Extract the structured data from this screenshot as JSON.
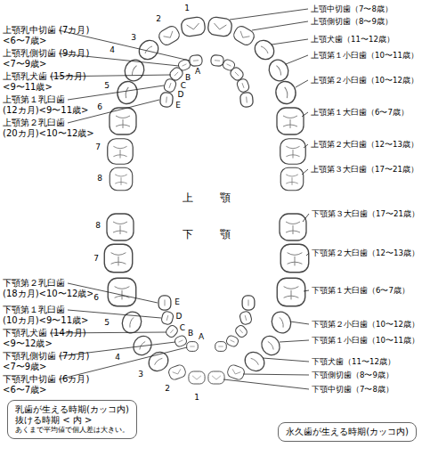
{
  "diagram": {
    "nodes": [
      {
        "text": [
          "乳歯が生える時期(カッコ内)",
          "抜ける時期 < 内 >",
          "あくまで平均値で個人差は大きい。"
        ]
      },
      {
        "text": [
          "永久歯が生える時期(カッコ内)"
        ]
      }
    ],
    "labels": [
      "上顎乳中切歯 (7カ月)<6〜7歳>",
      "上顎乳側切歯 (9カ月)<7〜9歳>",
      "上顎乳犬歯 (15カ月)<9〜11歳>",
      "上顎第１乳臼歯 (12カ月)<9〜11歳>",
      "上顎第２乳臼歯 (20カ月)<10〜12歳>",
      "上顎中切歯（7〜8歳）",
      "上顎側切歯（8〜9歳）",
      "上顎犬歯（11〜12歳）",
      "上顎第１小臼歯（10〜11歳）",
      "上顎第２小臼歯（10〜12歳）",
      "上顎第１大臼歯（6〜7歳）",
      "上顎第２大臼歯（12〜13歳）",
      "上顎第３大臼歯（17〜21歳）",
      "上顎",
      "下顎",
      "下顎第３大臼歯（17〜21歳）",
      "下顎第２大臼歯（12〜13歳）",
      "下顎第１大臼歯（6〜7歳）",
      "下顎第２小臼歯（10〜12歳）",
      "下顎第１小臼歯（10〜11歳）",
      "下顎犬歯（11〜12歳）",
      "下顎側切歯（8〜9歳）",
      "下顎中切歯（7〜8歳）",
      "下顎第２乳臼歯 (18カ月)<10〜12歳>",
      "下顎第１乳臼歯 (10カ月)<9〜11歳>",
      "下顎乳犬歯 (14カ月)<9〜12歳>",
      "下顎乳側切歯 (7カ月)<7〜9歳>",
      "下顎乳中切歯 (6カ月)<6〜7歳>",
      "1",
      "2",
      "3",
      "4",
      "5",
      "6",
      "7",
      "8",
      "A",
      "B",
      "C",
      "D",
      "E",
      "8",
      "7",
      "6",
      "5",
      "4",
      "3",
      "2",
      "1",
      "E",
      "D",
      "C",
      "B",
      "A"
    ]
  }
}
